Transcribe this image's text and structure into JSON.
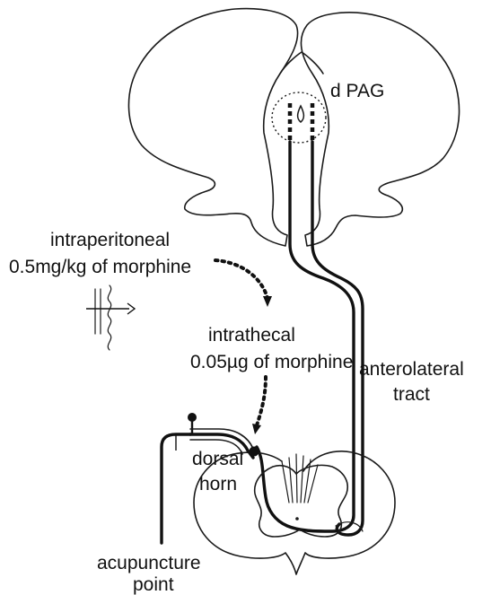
{
  "labels": {
    "dpag": "d PAG",
    "intraperitoneal_line1": "intraperitoneal",
    "intraperitoneal_line2": "0.5mg/kg of morphine",
    "intrathecal_line1": "intrathecal",
    "intrathecal_line2": "0.05µg of morphine",
    "anterolateral_line1": "anterolateral",
    "anterolateral_line2": "tract",
    "dorsal_line1": "dorsal",
    "dorsal_line2": "horn",
    "acupuncture_line1": "acupuncture",
    "acupuncture_line2": "point"
  },
  "colors": {
    "ink": "#111111",
    "background": "#ffffff"
  },
  "icons": {
    "injection_symbol": "vagus-nerve-section-icon"
  }
}
